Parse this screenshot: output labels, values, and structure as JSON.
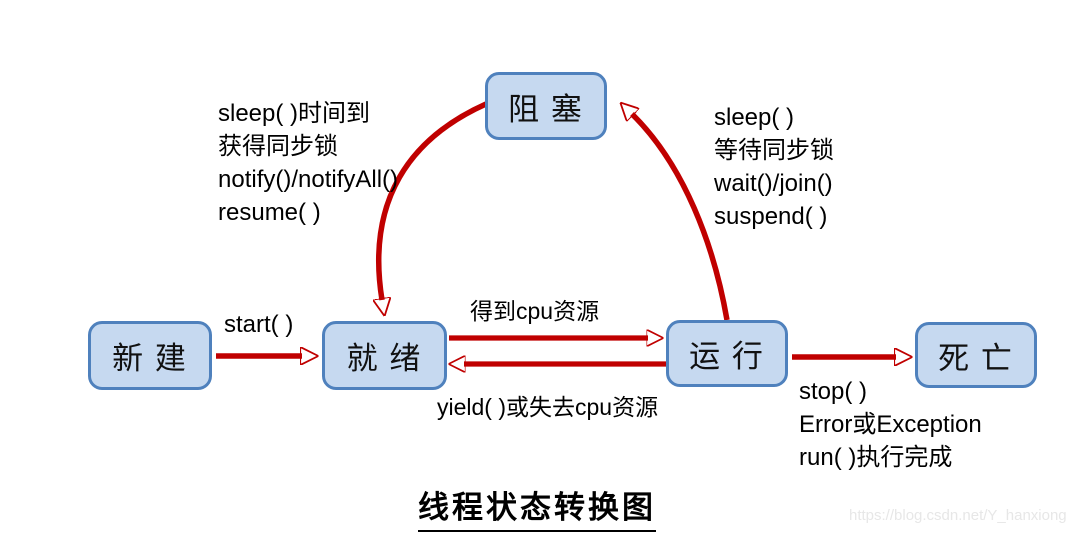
{
  "diagram": {
    "title": "线程状态转换图",
    "watermark": "https://blog.csdn.net/Y_hanxiong",
    "colors": {
      "arrow": "#c00000",
      "box_fill": "#c6d9f0",
      "box_border": "#4f81bd"
    },
    "nodes": {
      "blocked": "阻 塞",
      "new": "新 建",
      "ready": "就 绪",
      "running": "运 行",
      "dead": "死 亡"
    },
    "labels": {
      "blocked_to_ready": [
        "sleep( )时间到",
        "获得同步锁",
        "notify()/notifyAll()",
        "resume( )"
      ],
      "running_to_blocked": [
        "sleep( )",
        "等待同步锁",
        "wait()/join()",
        "suspend( )"
      ],
      "start": "start( )",
      "ready_to_running": "得到cpu资源",
      "running_to_ready": "yield( )或失去cpu资源",
      "running_to_dead": [
        "stop( )",
        "Error或Exception",
        "run( )执行完成"
      ]
    }
  }
}
